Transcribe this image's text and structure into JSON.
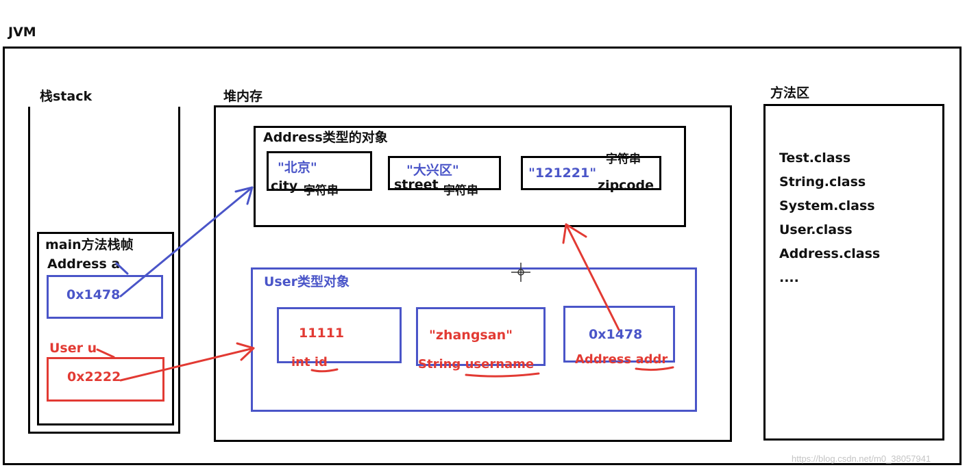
{
  "jvm_label": "JVM",
  "stack": {
    "title": "栈stack",
    "frame_title": "main方法栈帧",
    "address_var": "Address a",
    "address_value": "0x1478",
    "user_var": "User u",
    "user_value": "0x2222"
  },
  "heap": {
    "title": "堆内存",
    "address_object": {
      "title": "Address类型的对象",
      "fields": [
        {
          "value": "\"北京\"",
          "name": "city",
          "type": "字符串"
        },
        {
          "value": "\"大兴区\"",
          "name": "street",
          "type": "字符串"
        },
        {
          "value": "\"121221\"",
          "name": "zipcode",
          "type": "字符串"
        }
      ]
    },
    "user_object": {
      "title": "User类型对象",
      "fields": [
        {
          "value": "11111",
          "declaration": "int id"
        },
        {
          "value": "\"zhangsan\"",
          "declaration": "String username"
        },
        {
          "value": "0x1478",
          "declaration": "Address addr"
        }
      ]
    }
  },
  "method_area": {
    "title": "方法区",
    "classes": [
      "Test.class",
      "String.class",
      "System.class",
      "User.class",
      "Address.class",
      "...."
    ]
  },
  "watermark": "https://blog.csdn.net/m0_38057941",
  "colors": {
    "outline": "#000000",
    "blue": "#4a55c8",
    "red": "#e23a33"
  }
}
